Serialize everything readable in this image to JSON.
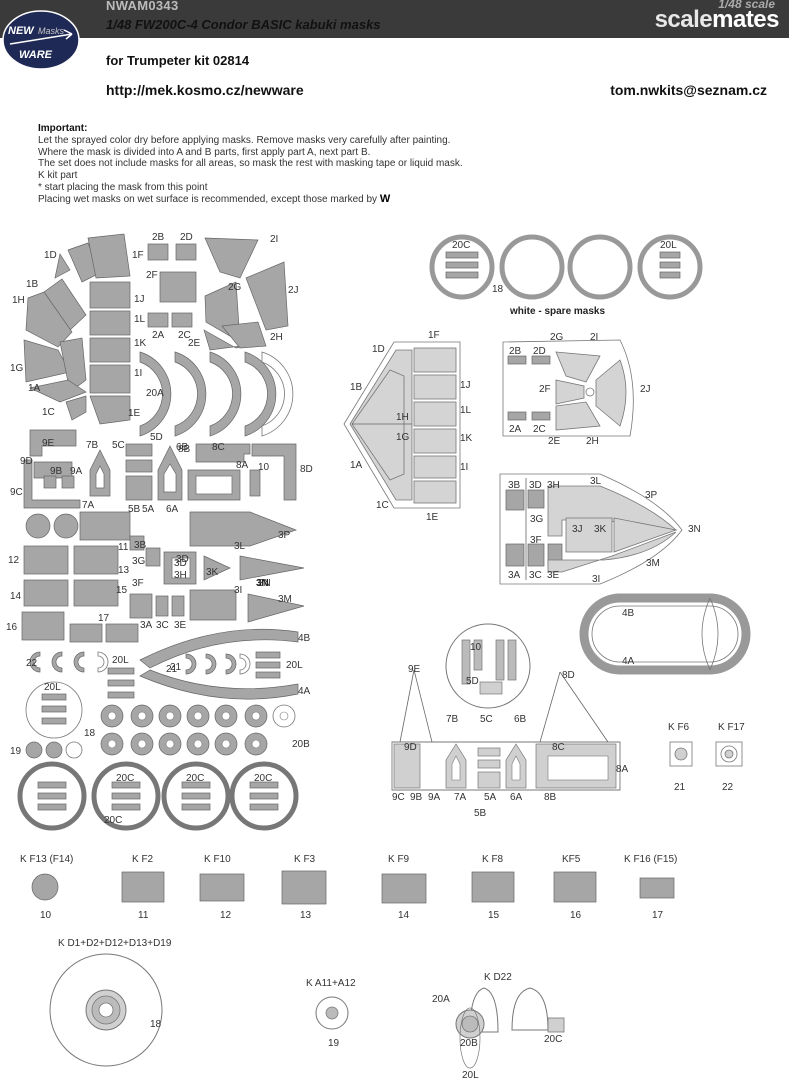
{
  "header": {
    "code": "NWAM0343",
    "title_line1": "1/48  FW200C-4 Condor BASIC kabuki masks",
    "title_line2": "for Trumpeter kit 02814",
    "url": "http://mek.kosmo.cz/newware",
    "email": "tom.nwkits@seznam.cz",
    "scale": "1/48 scale",
    "brand_top": "NEW",
    "brand_mid": "Masks",
    "brand_bottom": "WARE",
    "watermark_a": "scale",
    "watermark_b": "mates"
  },
  "notes": {
    "heading": "Important:",
    "lines": [
      "Let the sprayed color dry before applying masks. Remove masks very carefully after painting.",
      "Where the mask is divided into A and B parts, first apply part A, next part B.",
      "The set does not include masks for all areas, so mask the rest with masking tape or liquid mask.",
      "K kit part",
      "*  start placing the mask from this point"
    ],
    "wet_line": "Placing wet masks on wet surface is recommended, except those marked by",
    "wet_mark": "W"
  },
  "spare_label": "white - spare masks",
  "labels": {
    "sheet": [
      "1D",
      "1B",
      "1H",
      "1G",
      "1A",
      "1C",
      "1F",
      "1J",
      "1L",
      "1K",
      "1I",
      "1E",
      "2B",
      "2D",
      "2F",
      "2A",
      "2C",
      "2E",
      "2G",
      "2I",
      "2J",
      "2H",
      "20A",
      "5D",
      "9E",
      "7B",
      "5C",
      "8B",
      "8C",
      "8A",
      "10",
      "8D",
      "9D",
      "9B",
      "9A",
      "9C",
      "7A",
      "5B",
      "5A",
      "6A",
      "6B",
      "11",
      "12",
      "13",
      "14",
      "15",
      "16",
      "17",
      "3B",
      "3G",
      "3D",
      "3H",
      "3K",
      "3F",
      "3A",
      "3C",
      "3E",
      "3L",
      "3P",
      "3N",
      "3I",
      "3M",
      "4B",
      "4A",
      "22",
      "21",
      "20L",
      "20B",
      "19",
      "18",
      "20C"
    ],
    "canopy": [
      "1D",
      "1F",
      "1B",
      "1J",
      "1H",
      "1L",
      "1G",
      "1K",
      "1A",
      "1I",
      "1C",
      "1E"
    ],
    "cockpit": [
      "2G",
      "2I",
      "2B",
      "2D",
      "2F",
      "2J",
      "2A",
      "2C",
      "2E",
      "2H"
    ],
    "nose": [
      "3L",
      "3B",
      "3D",
      "3H",
      "3P",
      "3G",
      "3J",
      "3K",
      "3N",
      "3F",
      "3A",
      "3C",
      "3E",
      "3M",
      "3I"
    ],
    "ring": [
      "4B",
      "4A"
    ],
    "detail": [
      "10",
      "9E",
      "8D",
      "5D",
      "7B",
      "5C",
      "6B",
      "9D",
      "8C",
      "8A",
      "9C",
      "9B",
      "9A",
      "7A",
      "5A",
      "6A",
      "8B",
      "5B"
    ],
    "spares": [
      "20C",
      "18",
      "20L"
    ],
    "kit_parts": [
      {
        "k": "K F6",
        "n": "21"
      },
      {
        "k": "K F17",
        "n": "22"
      }
    ],
    "bottom_row": [
      {
        "k": "K F13 (F14)",
        "n": "10"
      },
      {
        "k": "K F2",
        "n": "11"
      },
      {
        "k": "K F10",
        "n": "12"
      },
      {
        "k": "K F3",
        "n": "13"
      },
      {
        "k": "K F9",
        "n": "14"
      },
      {
        "k": "K F8",
        "n": "15"
      },
      {
        "k": "KF5",
        "n": "16"
      },
      {
        "k": "K F16 (F15)",
        "n": "17"
      }
    ],
    "wheel": {
      "k": "K D1+D2+D12+D13+D19",
      "n": "18"
    },
    "small_wheel": {
      "k": "K A11+A12",
      "n": "19"
    },
    "d22": {
      "k": "K D22",
      "a": "20A",
      "b": "20B",
      "c": "20C",
      "l": "20L"
    }
  },
  "colors": {
    "mask_fill": "#a6a6a6",
    "outline": "#666666",
    "header_bar": "#3a3a3a"
  }
}
